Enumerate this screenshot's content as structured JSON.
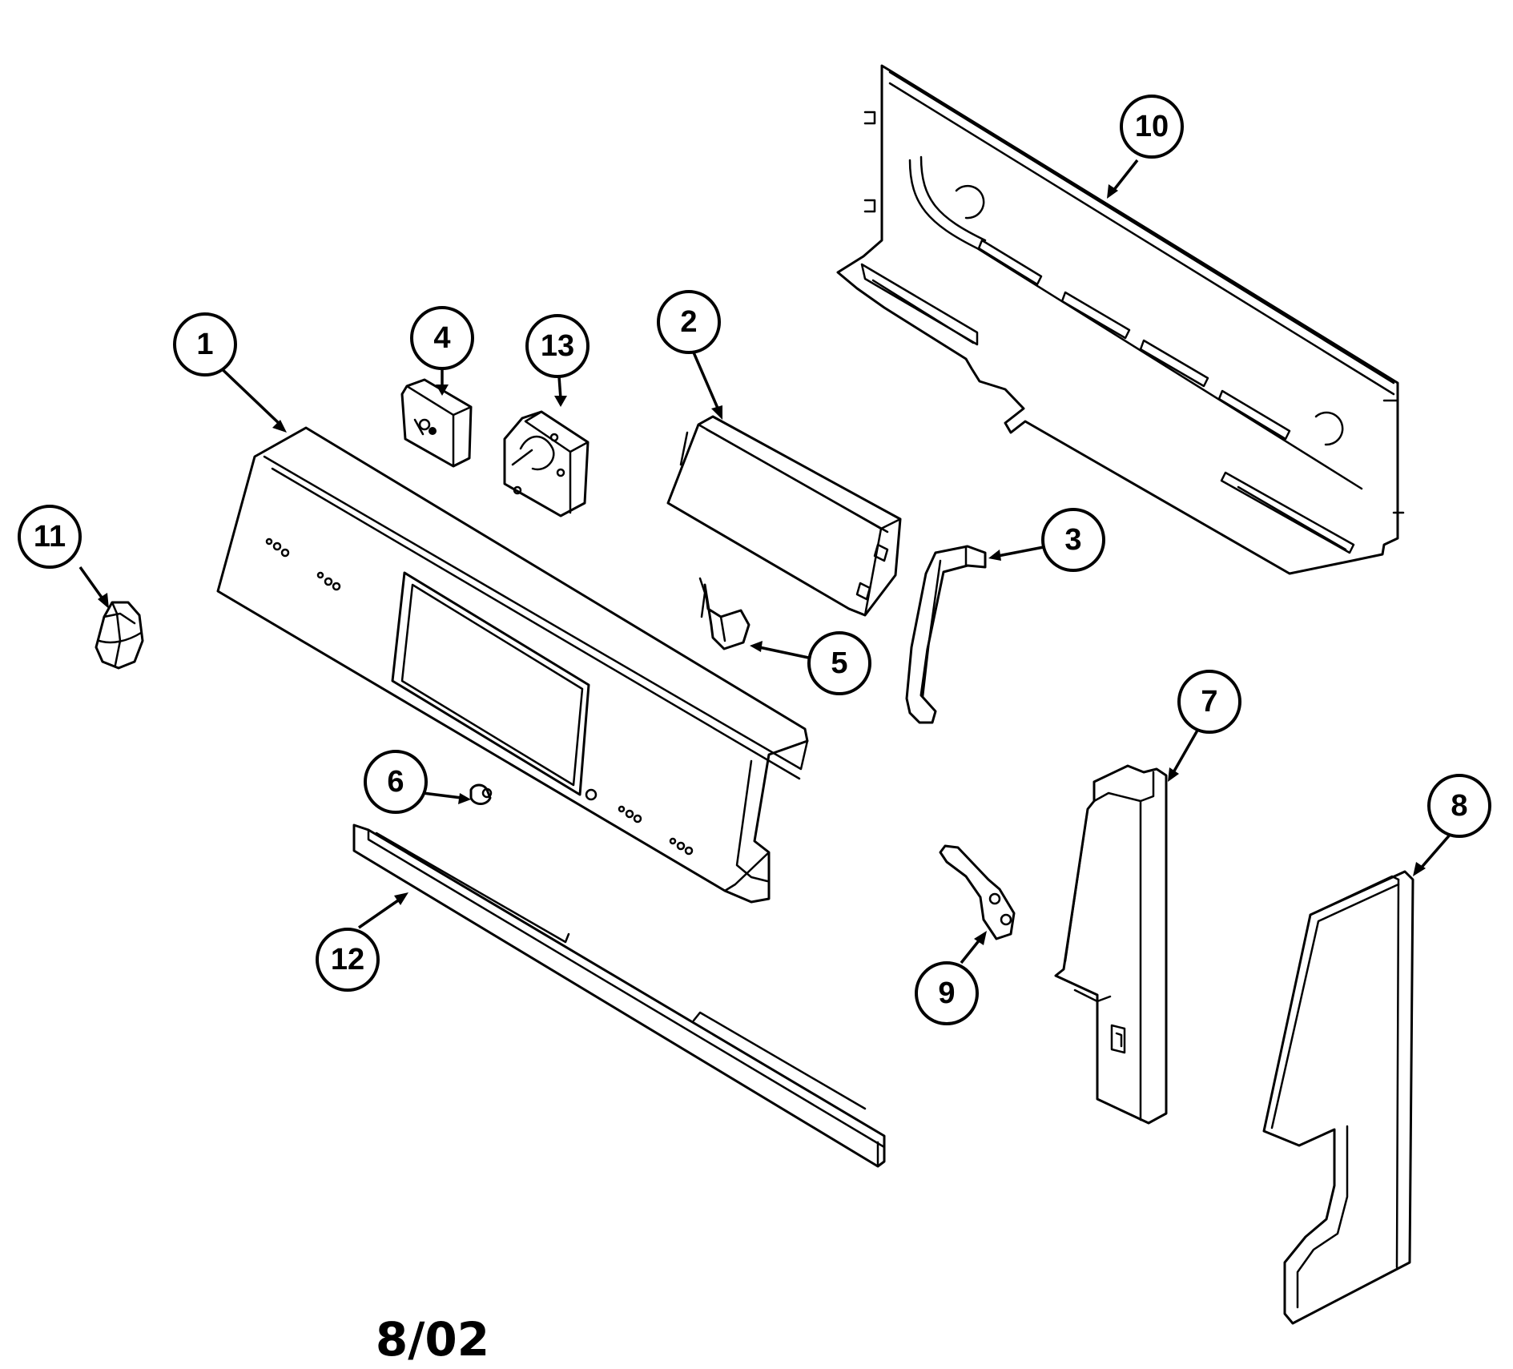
{
  "callouts": [
    {
      "label": "1"
    },
    {
      "label": "2"
    },
    {
      "label": "3"
    },
    {
      "label": "4"
    },
    {
      "label": "5"
    },
    {
      "label": "6"
    },
    {
      "label": "7"
    },
    {
      "label": "8"
    },
    {
      "label": "9"
    },
    {
      "label": "10"
    },
    {
      "label": "11"
    },
    {
      "label": "12"
    },
    {
      "label": "13"
    }
  ],
  "revision_date": "8/02",
  "colors": {
    "ink": "#000000",
    "paper": "#ffffff"
  }
}
